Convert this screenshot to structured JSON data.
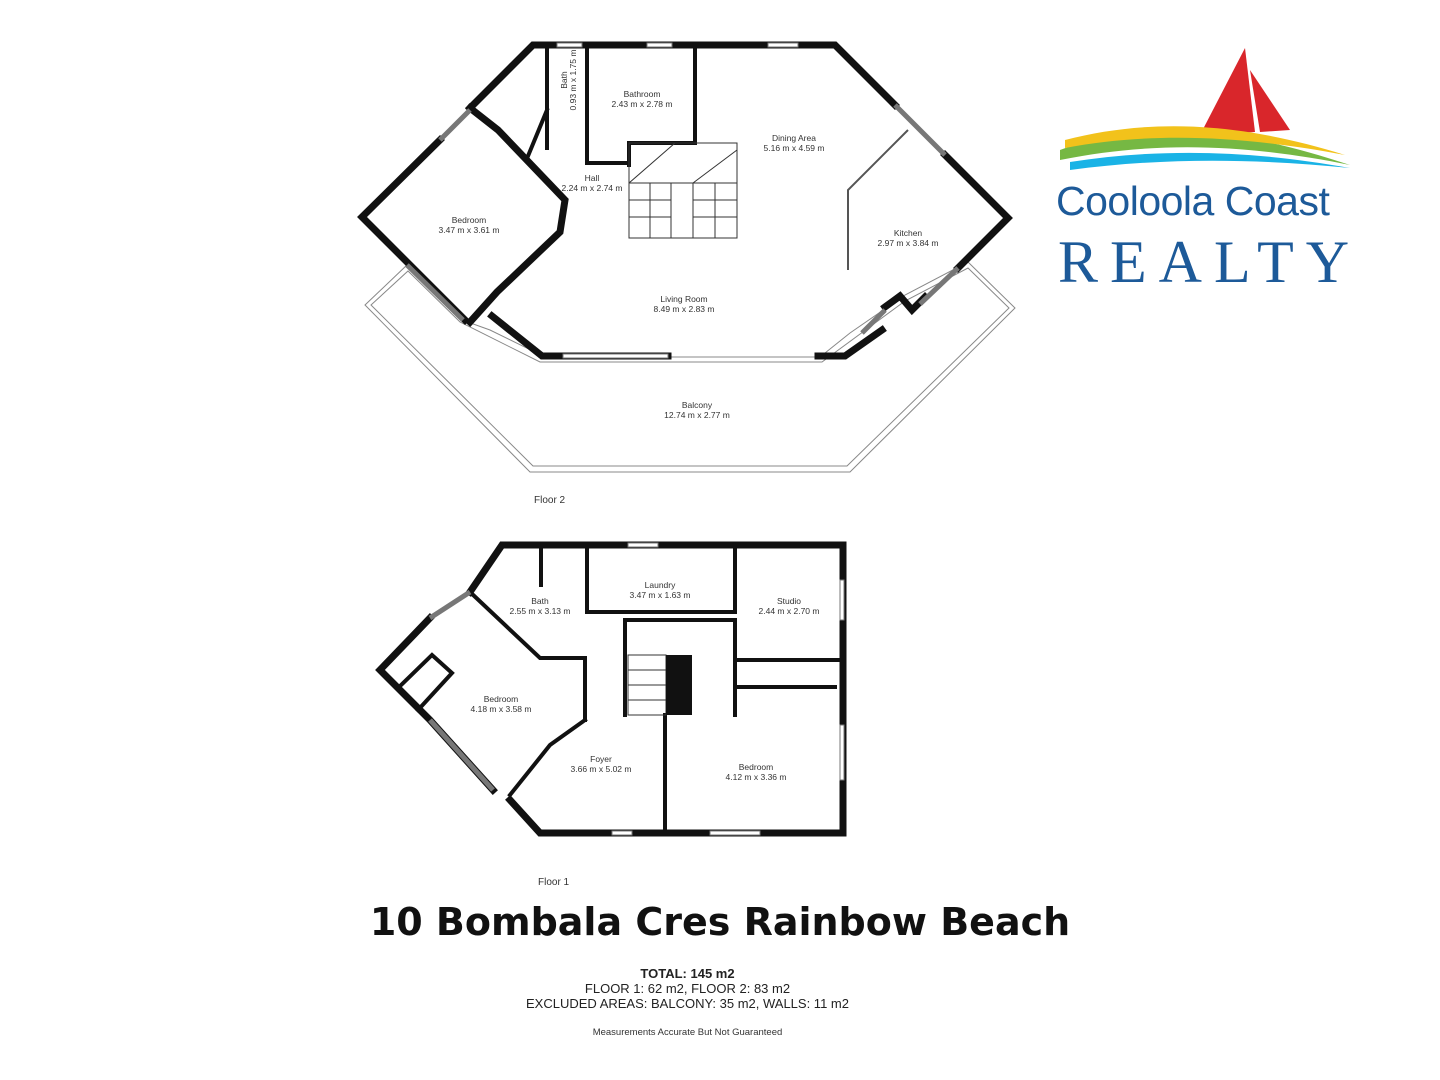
{
  "logo": {
    "line1": "Cooloola Coast",
    "line2": "REALTY",
    "colors": {
      "blue": "#1d5a99",
      "red": "#d9262b",
      "yellow": "#f2c21b",
      "green": "#76b843",
      "cyan": "#1ab3e6"
    }
  },
  "floor2": {
    "label": "Floor 2",
    "rooms": [
      {
        "name": "Bath",
        "dim": "0.93 m x 1.75 m"
      },
      {
        "name": "Bathroom",
        "dim": "2.43 m x 2.78 m"
      },
      {
        "name": "Dining Area",
        "dim": "5.16 m x 4.59 m"
      },
      {
        "name": "Hall",
        "dim": "2.24 m x 2.74 m"
      },
      {
        "name": "Bedroom",
        "dim": "3.47 m x 3.61 m"
      },
      {
        "name": "Kitchen",
        "dim": "2.97 m x 3.84 m"
      },
      {
        "name": "Living Room",
        "dim": "8.49 m x 2.83 m"
      },
      {
        "name": "Balcony",
        "dim": "12.74 m x 2.77 m"
      }
    ]
  },
  "floor1": {
    "label": "Floor 1",
    "rooms": [
      {
        "name": "Bath",
        "dim": "2.55 m x 3.13 m"
      },
      {
        "name": "Laundry",
        "dim": "3.47 m x 1.63 m"
      },
      {
        "name": "Studio",
        "dim": "2.44 m x 2.70 m"
      },
      {
        "name": "Bedroom",
        "dim": "4.18 m x 3.58 m"
      },
      {
        "name": "Foyer",
        "dim": "3.66 m x 5.02 m"
      },
      {
        "name": "Bedroom",
        "dim": "4.12 m x 3.36 m"
      }
    ]
  },
  "address": "10 Bombala Cres Rainbow Beach",
  "summary": {
    "total": "TOTAL: 145 m2",
    "floors": "FLOOR 1: 62 m2, FLOOR 2: 83 m2",
    "excluded": "EXCLUDED AREAS: BALCONY: 35 m2, WALLS: 11 m2"
  },
  "disclaimer": "Measurements Accurate But Not Guaranteed"
}
